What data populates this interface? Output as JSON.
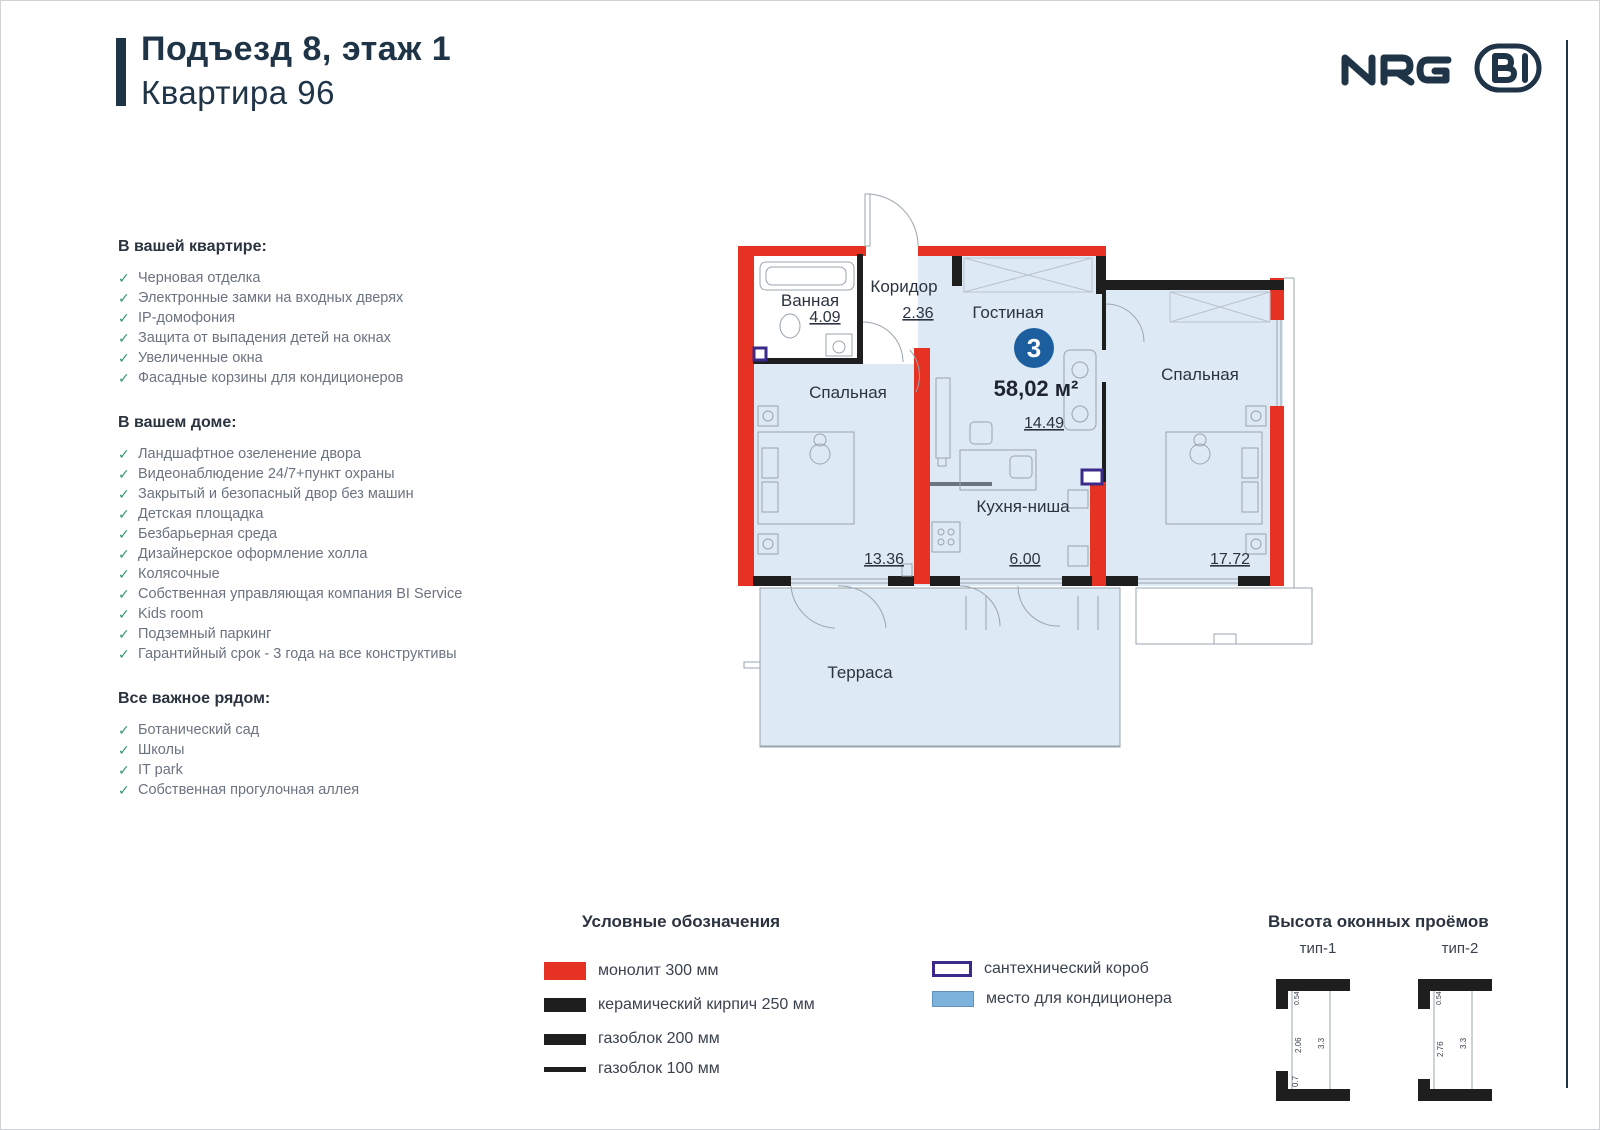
{
  "header": {
    "title": "Подъезд 8, этаж 1",
    "subtitle": "Квартира 96"
  },
  "brand": {
    "logo_text": "NRG BI",
    "color": "#1f3447"
  },
  "features": {
    "apartment": {
      "title": "В вашей квартире:",
      "items": [
        "Черновая отделка",
        "Электронные замки на входных дверях",
        "IP-домофония",
        "Защита от выпадения детей на окнах",
        "Увеличенные окна",
        "Фасадные корзины для кондиционеров"
      ]
    },
    "building": {
      "title": "В вашем доме:",
      "items": [
        "Ландшафтное озеленение двора",
        "Видеонаблюдение 24/7+пункт охраны",
        "Закрытый и безопасный двор без машин",
        "Детская площадка",
        "Безбарьерная среда",
        "Дизайнерское оформление холла",
        "Колясочные",
        "Собственная управляющая компания BI Service",
        "Kids room",
        "Подземный паркинг",
        "Гарантийный срок - 3 года на все конструктивы"
      ]
    },
    "nearby": {
      "title": "Все важное рядом:",
      "items": [
        "Ботанический сад",
        "Школы",
        "IT park",
        "Собственная прогулочная аллея"
      ]
    },
    "check_color": "#2e9b6a"
  },
  "plan": {
    "rooms_count": "3",
    "total_area": "58,02 м²",
    "rooms": [
      {
        "name": "Ванная",
        "area": "4.09"
      },
      {
        "name": "Коридор",
        "area": "2.36"
      },
      {
        "name": "Гостиная",
        "area": "14.49"
      },
      {
        "name": "Спальная",
        "area": "13.36"
      },
      {
        "name": "Кухня-ниша",
        "area": "6.00"
      },
      {
        "name": "Спальная",
        "area": "17.72"
      },
      {
        "name": "Терраса",
        "area": ""
      }
    ],
    "colors": {
      "monolith": "#e53222",
      "wall_dark": "#1e1e1e",
      "room_fill": "#dde9f4",
      "badge": "#1d5f9e",
      "plumbing": "#3b2a8a",
      "ac": "#7db2dc"
    }
  },
  "legend": {
    "title": "Условные обозначения",
    "items": [
      {
        "label": "монолит 300 мм",
        "color": "#e53222"
      },
      {
        "label": "керамический кирпич 250 мм",
        "color": "#1e1e1e"
      },
      {
        "label": "газоблок 200 мм",
        "color": "#1e1e1e"
      },
      {
        "label": "газоблок 100 мм",
        "color": "#1e1e1e"
      },
      {
        "label": "сантехнический короб",
        "color": "#3b2a8a"
      },
      {
        "label": "место для кондиционера",
        "color": "#7db2dc"
      }
    ]
  },
  "windows": {
    "title": "Высота оконных проёмов",
    "types": [
      {
        "label": "тип-1",
        "dims": [
          "0.54",
          "2.06",
          "0.7",
          "3.3"
        ]
      },
      {
        "label": "тип-2",
        "dims": [
          "0.54",
          "2.76",
          "3.3"
        ]
      }
    ]
  }
}
